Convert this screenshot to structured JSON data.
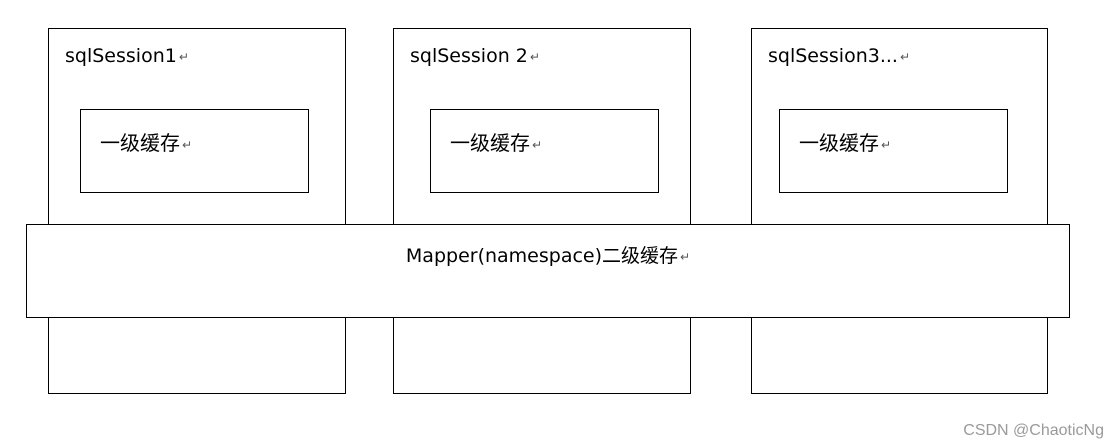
{
  "sessions": [
    {
      "title": "sqlSession1",
      "cache_label": "一级缓存"
    },
    {
      "title": "sqlSession 2",
      "cache_label": "一级缓存"
    },
    {
      "title": "sqlSession3...",
      "cache_label": "一级缓存"
    }
  ],
  "mapper": {
    "label": "Mapper(namespace)二级缓存"
  },
  "paragraph_mark": "↵",
  "watermark": "CSDN @ChaoticNg",
  "colors": {
    "border": "#000000",
    "background": "#ffffff",
    "watermark": "#9a9a9a"
  }
}
